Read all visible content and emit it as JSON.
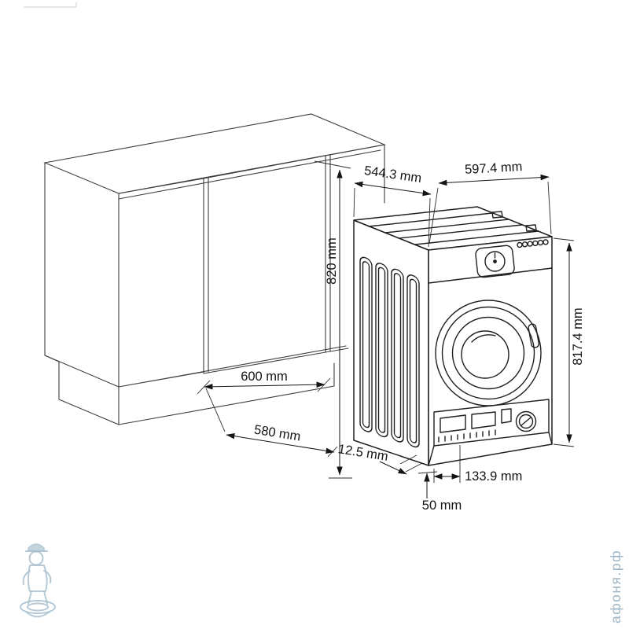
{
  "diagram": {
    "dimensions": {
      "machine_top_depth": "544.3 mm",
      "machine_width": "597.4 mm",
      "niche_height": "820 mm",
      "machine_height": "817.4 mm",
      "niche_width": "600 mm",
      "niche_depth": "580 mm",
      "side_gap": "12.5 mm",
      "plinth_recess": "133.9 mm",
      "bottom_clearance": "50 mm"
    },
    "watermark": {
      "brand": "афоня.рф"
    },
    "colors": {
      "cabinet_line": "#3d3d3d",
      "machine_line": "#1f1f1f",
      "dimension_line": "#151515",
      "text": "#141414",
      "watermark": "#9db4c4"
    }
  }
}
